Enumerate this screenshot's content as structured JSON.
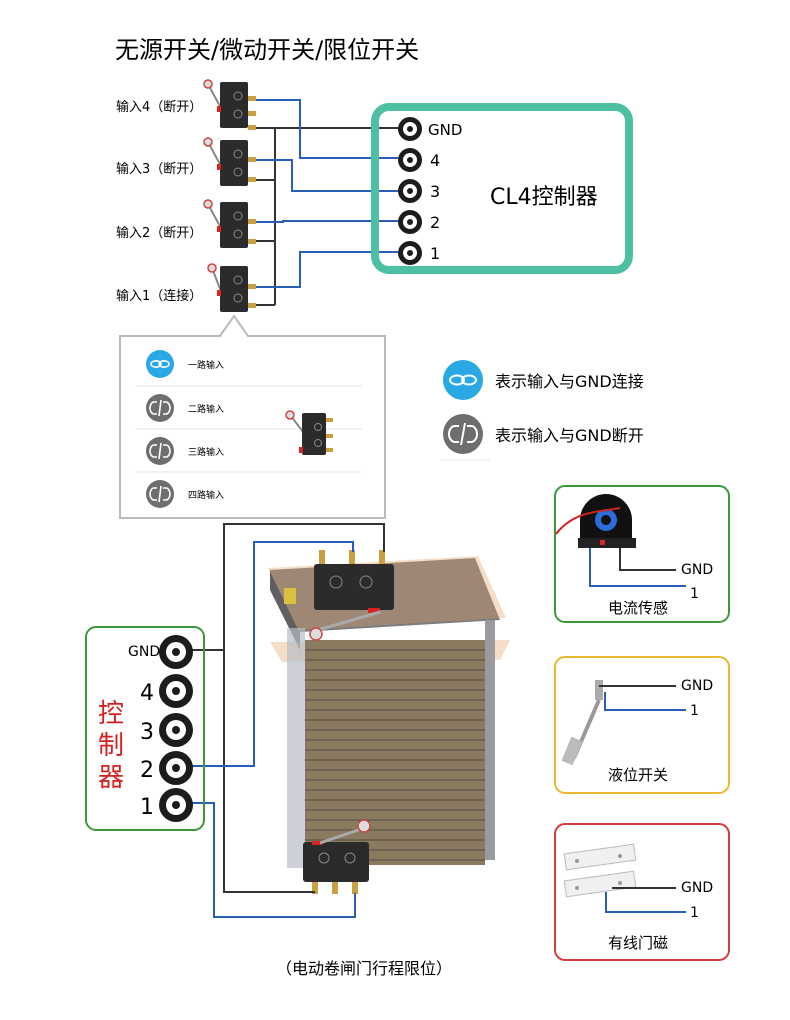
{
  "title": "无源开关/微动开关/限位开关",
  "inputs": [
    {
      "label": "输入4（断开）"
    },
    {
      "label": "输入3（断开）"
    },
    {
      "label": "输入2（断开）"
    },
    {
      "label": "输入1（连接）"
    }
  ],
  "controller": {
    "name": "CL4控制器",
    "terminals": [
      "GND",
      "4",
      "3",
      "2",
      "1"
    ]
  },
  "popup_rows": [
    "一路输入",
    "二路输入",
    "三路输入",
    "四路输入"
  ],
  "legend": {
    "connected": "表示输入与GND连接",
    "disconnected": "表示输入与GND断开"
  },
  "bottom_controller": {
    "name": [
      "控",
      "制",
      "器"
    ],
    "terminals": [
      "GND",
      "4",
      "3",
      "2",
      "1"
    ]
  },
  "door_caption": "（电动卷闸门行程限位）",
  "sensors": [
    {
      "caption": "电流传感",
      "gnd": "GND",
      "one": "1",
      "border": "#3a9a3a"
    },
    {
      "caption": "液位开关",
      "gnd": "GND",
      "one": "1",
      "border": "#e8b830"
    },
    {
      "caption": "有线门磁",
      "gnd": "GND",
      "one": "1",
      "border": "#d43c3c"
    }
  ],
  "colors": {
    "controller_border": "#4dbfa3",
    "wire_blue": "#2a5db5",
    "wire_dark": "#333333",
    "connected_icon": "#29a8e6",
    "disconnected_icon": "#6e6e6e",
    "label_red": "#d42020"
  }
}
